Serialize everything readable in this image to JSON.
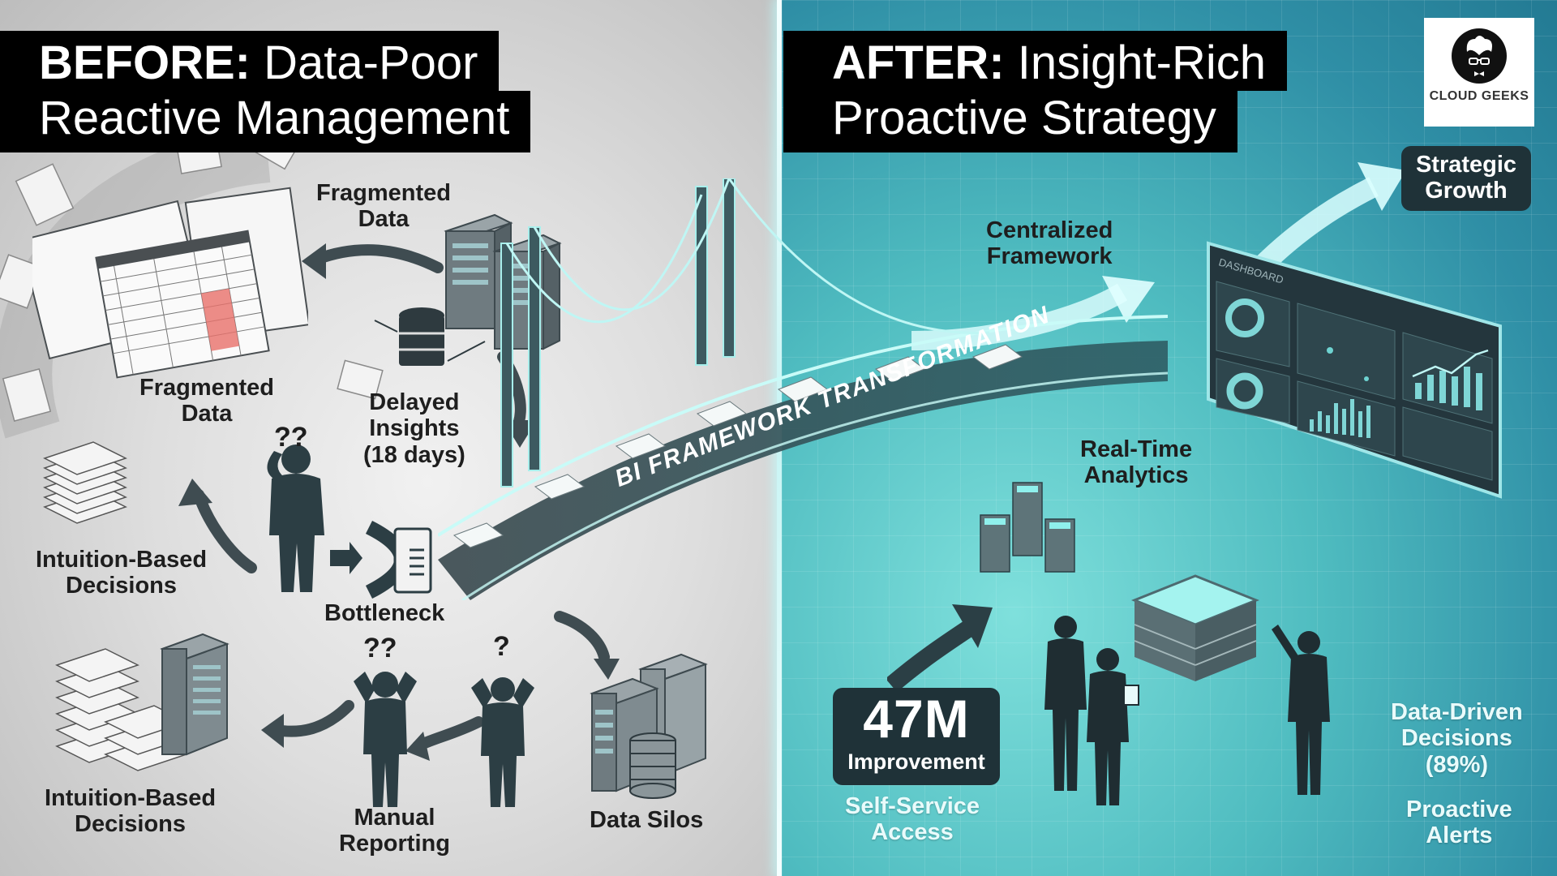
{
  "before": {
    "title_strong": "BEFORE:",
    "title_rest": "Data-Poor",
    "title_line2": "Reactive Management",
    "labels": {
      "fragmented_top_1": "Fragmented",
      "fragmented_top_2": "Data",
      "fragmented_mid_1": "Fragmented",
      "fragmented_mid_2": "Data",
      "delayed_1": "Delayed",
      "delayed_2": "Insights",
      "delayed_3": "(18 days)",
      "intuition_top_1": "Intuition-Based",
      "intuition_top_2": "Decisions",
      "bottleneck": "Bottleneck",
      "intuition_bottom_1": "Intuition-Based",
      "intuition_bottom_2": "Decisions",
      "manual_1": "Manual",
      "manual_2": "Reporting",
      "silos": "Data Silos"
    },
    "question_marks": "??",
    "question_single": "?"
  },
  "bridge": {
    "banner": "BI FRAMEWORK TRANSFORMATION"
  },
  "after": {
    "title_strong": "AFTER:",
    "title_rest": "Insight-Rich",
    "title_line2": "Proactive Strategy",
    "labels": {
      "centralized_1": "Centralized",
      "centralized_2": "Framework",
      "realtime_1": "Real-Time",
      "realtime_2": "Analytics",
      "self_service_1": "Self-Service",
      "self_service_2": "Access",
      "data_driven_1": "Data-Driven",
      "data_driven_2": "Decisions",
      "data_driven_3": "(89%)",
      "proactive_1": "Proactive",
      "proactive_2": "Alerts"
    },
    "strategic_1": "Strategic",
    "strategic_2": "Growth",
    "stat_value": "47M",
    "stat_label": "Improvement",
    "dashboard_title": "DASHBOARD"
  },
  "logo": {
    "text": "CLOUD GEEKS"
  },
  "colors": {
    "before_bg": "#dedede",
    "after_bg": "#4fbcc0",
    "ink": "#2c3e44",
    "title_bg": "#000000",
    "badge_bg": "#1f3238",
    "glow": "#bff6f4",
    "alert_red": "#e8706a"
  }
}
